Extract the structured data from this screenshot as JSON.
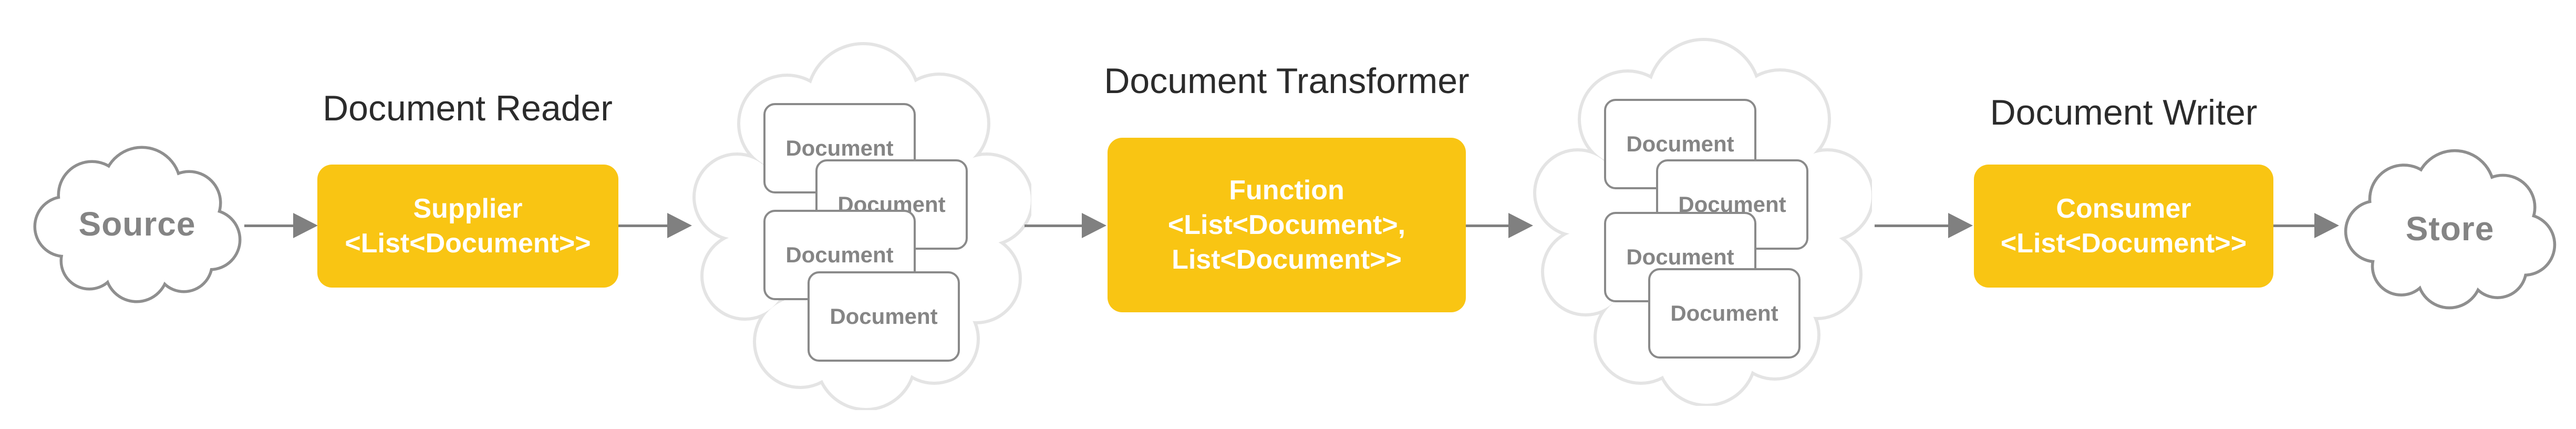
{
  "colors": {
    "accent_yellow": "#F9C513",
    "arrow_gray": "#808080",
    "cloud_border": "#8F8F8F",
    "cloud_text": "#848484",
    "light_cloud_border": "#E4E4E4",
    "card_border": "#8A8A8A",
    "card_text": "#858585",
    "label_text": "#2B2B2B",
    "box_text": "#FFFFFF"
  },
  "source": {
    "label": "Source"
  },
  "store": {
    "label": "Store"
  },
  "reader": {
    "title": "Document Reader",
    "line1": "Supplier",
    "line2": "<List<Document>>"
  },
  "transformer": {
    "title": "Document Transformer",
    "line1": "Function",
    "line2": "<List<Document>,",
    "line3": "List<Document>>"
  },
  "writer": {
    "title": "Document Writer",
    "line1": "Consumer",
    "line2": "<List<Document>>"
  },
  "clouds": [
    {
      "cards": [
        "Document",
        "Document",
        "Document",
        "Document"
      ]
    },
    {
      "cards": [
        "Document",
        "Document",
        "Document",
        "Document"
      ]
    }
  ]
}
